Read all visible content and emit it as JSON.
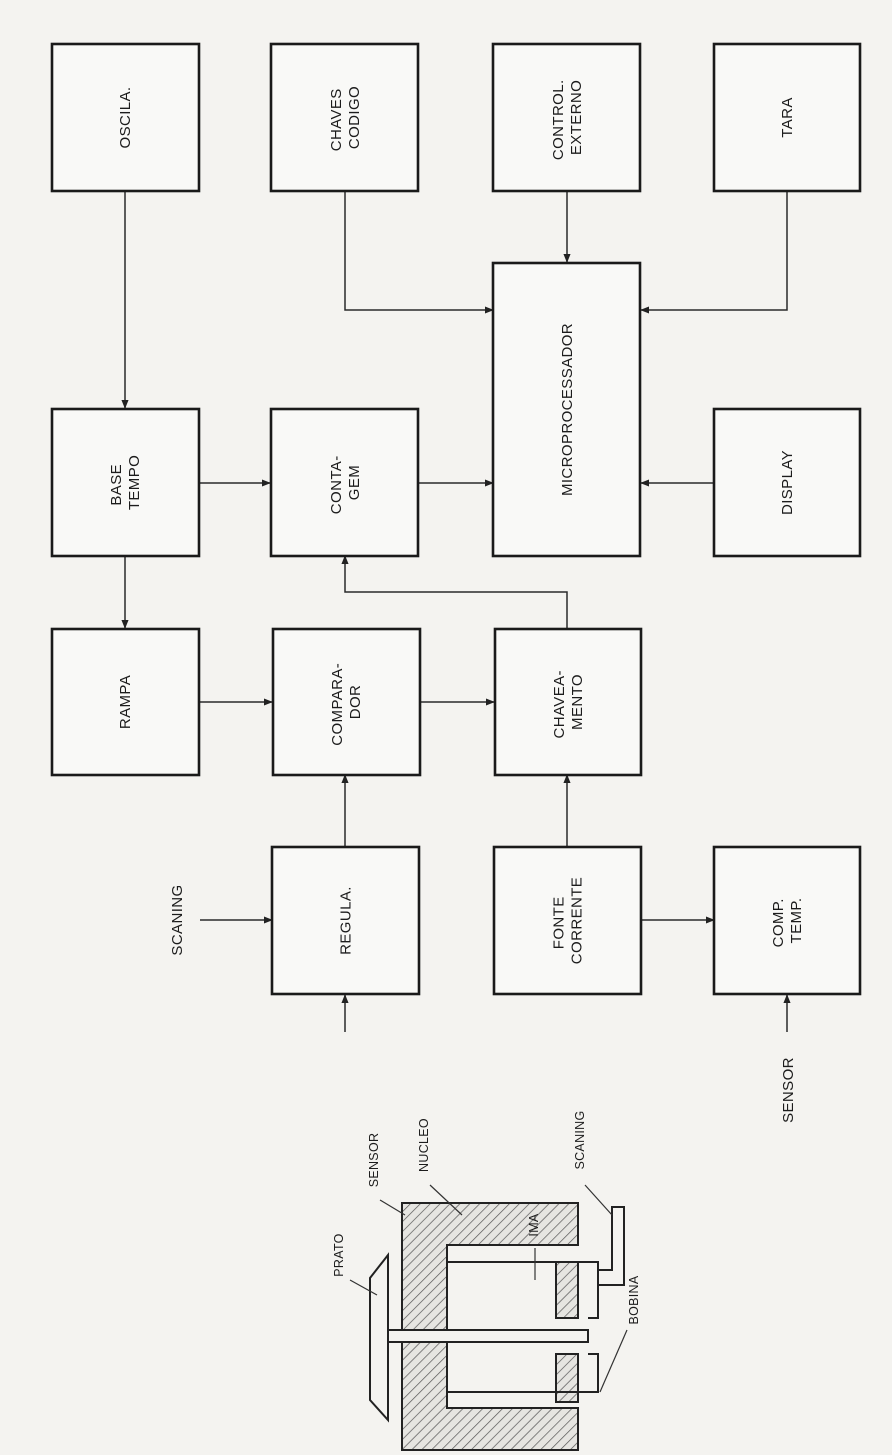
{
  "blocks": {
    "oscila": [
      "OSCILA."
    ],
    "chaves_codigo": [
      "CHAVES",
      "CODIGO"
    ],
    "control_externo": [
      "CONTROL.",
      "EXTERNO"
    ],
    "tara": [
      "TARA"
    ],
    "base_tempo": [
      "BASE",
      "TEMPO"
    ],
    "contagem": [
      "CONTA-",
      "GEM"
    ],
    "microprocessador": [
      "MICROPROCESSADOR"
    ],
    "display": [
      "DISPLAY"
    ],
    "rampa": [
      "RAMPA"
    ],
    "comparador": [
      "COMPARA-",
      "DOR"
    ],
    "chaveamento": [
      "CHAVEA-",
      "MENTO"
    ],
    "regula": [
      "REGULA."
    ],
    "fonte_corrente": [
      "FONTE",
      "CORRENTE"
    ],
    "comp_temp": [
      "COMP.",
      "TEMP."
    ]
  },
  "inputs": {
    "scaning": "SCANING",
    "sensor": "SENSOR"
  },
  "sensor_drawing": {
    "prato": "PRATO",
    "sensor": "SENSOR",
    "nucleo": "NUCLEO",
    "ima": "IMA",
    "scaning": "SCANING",
    "bobina": "BOBINA"
  },
  "colors": {
    "ink": "#1a1a1a",
    "paper": "#f4f3f0"
  }
}
